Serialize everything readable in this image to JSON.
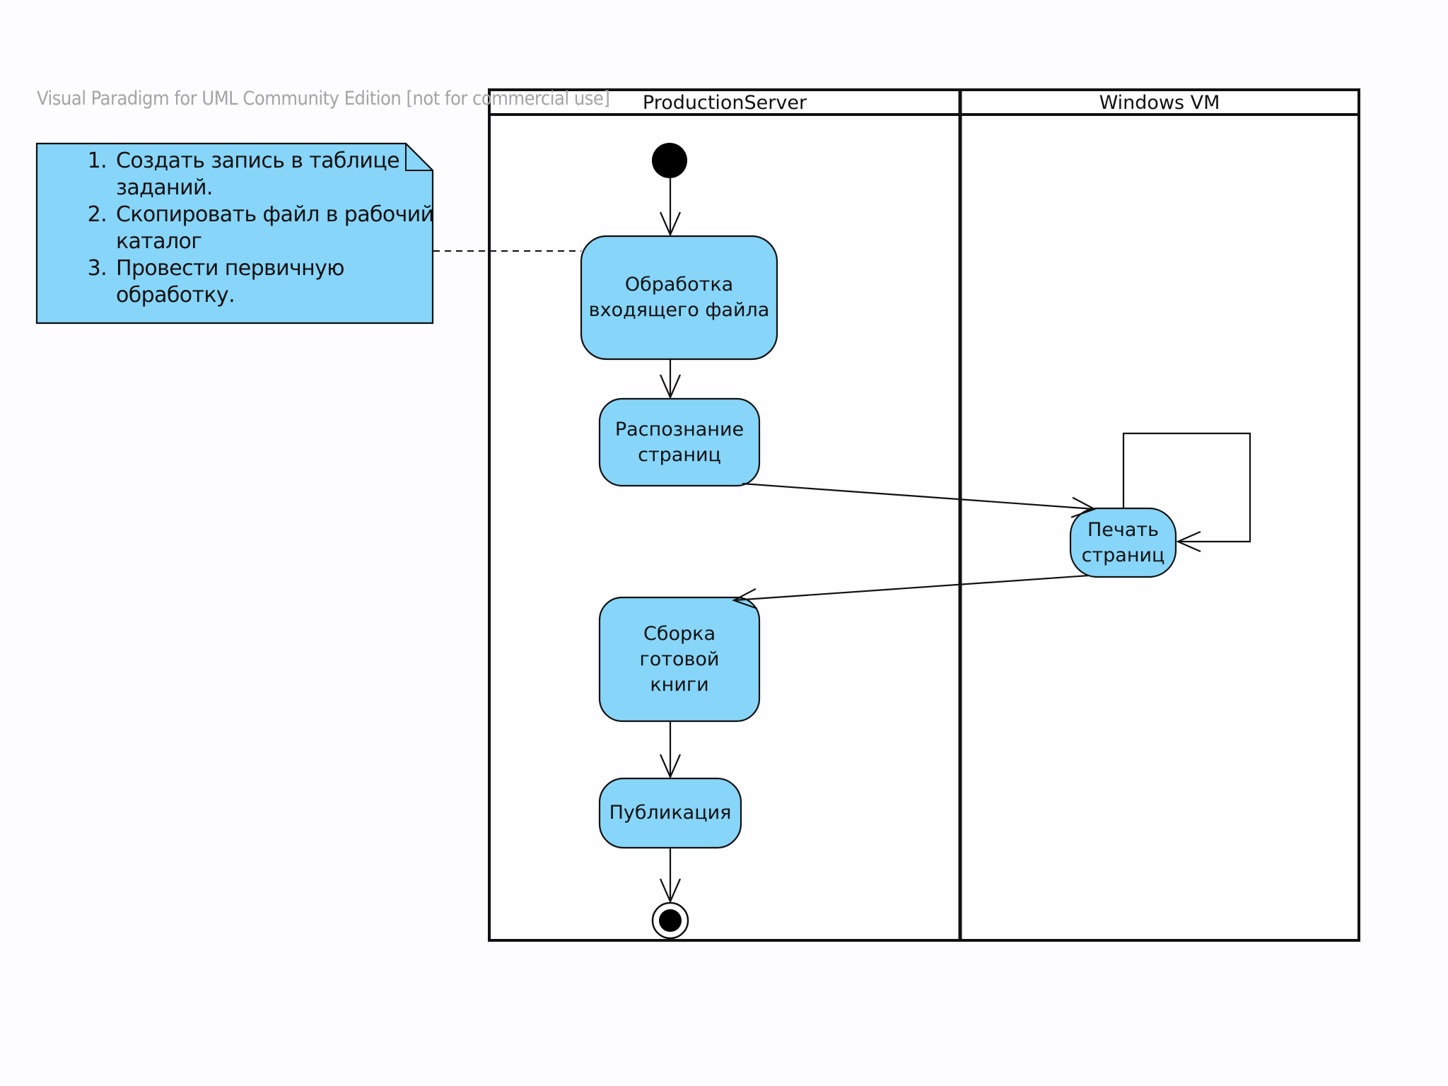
{
  "watermark": "Visual Paradigm for UML Community Edition [not for commercial use]",
  "swimlanes": [
    {
      "title": "ProductionServer"
    },
    {
      "title": "Windows VM"
    }
  ],
  "note": {
    "items": [
      "Создать запись в таблице заданий.",
      "Скопировать файл в рабочий каталог",
      "Провести первичную обработку."
    ]
  },
  "actions": [
    {
      "id": "process",
      "label": "Обработка входящего файла"
    },
    {
      "id": "recognize",
      "label": "Распознание страниц"
    },
    {
      "id": "print",
      "label": "Печать страниц"
    },
    {
      "id": "assemble",
      "label": "Сборка готовой книги"
    },
    {
      "id": "publish",
      "label": "Публикация"
    }
  ],
  "colors": {
    "action_fill": "#87d5f8",
    "note_fill": "#87d5f8",
    "line": "#111111",
    "watermark": "#a4a4a4"
  }
}
